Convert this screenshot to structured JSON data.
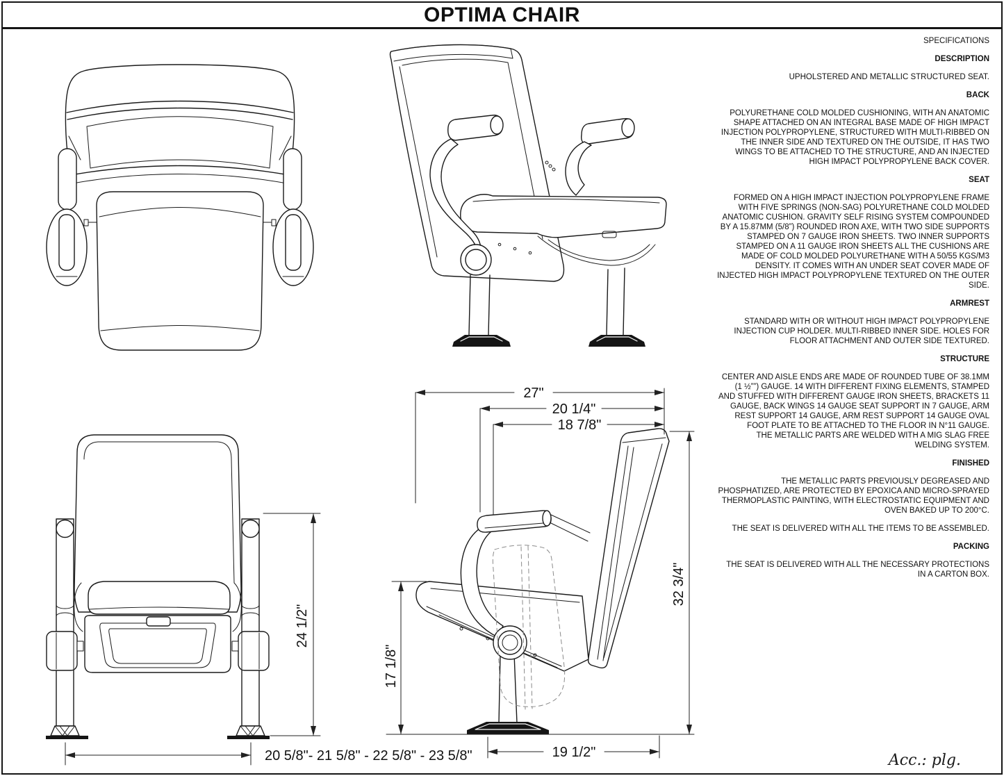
{
  "title": "OPTIMA CHAIR",
  "specs": {
    "header": "SPECIFICATIONS",
    "sections": [
      {
        "heading": "DESCRIPTION",
        "paragraphs": [
          "UPHOLSTERED AND METALLIC STRUCTURED SEAT."
        ]
      },
      {
        "heading": "BACK",
        "paragraphs": [
          "POLYURETHANE COLD MOLDED CUSHIONING, WITH AN ANATOMIC SHAPE ATTACHED ON AN INTEGRAL BASE MADE OF HIGH IMPACT INJECTION POLYPROPYLENE, STRUCTURED WITH MULTI-RIBBED ON THE INNER SIDE AND TEXTURED ON THE OUTSIDE, IT HAS TWO WINGS TO BE ATTACHED TO THE STRUCTURE, AND AN INJECTED HIGH IMPACT POLYPROPYLENE BACK COVER."
        ]
      },
      {
        "heading": "SEAT",
        "paragraphs": [
          "FORMED ON A HIGH IMPACT INJECTION POLYPROPYLENE FRAME WITH FIVE SPRINGS (NON-SAG) POLYURETHANE COLD MOLDED ANATOMIC CUSHION. GRAVITY SELF RISING SYSTEM COMPOUNDED BY A 15.87MM (5/8”) ROUNDED IRON AXE, WITH TWO SIDE SUPPORTS STAMPED ON 7 GAUGE IRON SHEETS. TWO INNER SUPPORTS STAMPED ON A 11 GAUGE IRON SHEETS ALL THE CUSHIONS ARE MADE OF COLD MOLDED POLYURETHANE WITH A 50/55 KGS/M3 DENSITY. IT COMES WITH AN UNDER SEAT COVER MADE OF INJECTED HIGH IMPACT POLYPROPYLENE TEXTURED ON THE OUTER SIDE."
        ]
      },
      {
        "heading": "ARMREST",
        "paragraphs": [
          "STANDARD WITH OR WITHOUT HIGH IMPACT POLYPROPYLENE INJECTION CUP HOLDER. MULTI-RIBBED INNER SIDE. HOLES FOR FLOOR ATTACHMENT AND OUTER SIDE TEXTURED."
        ]
      },
      {
        "heading": "STRUCTURE",
        "paragraphs": [
          "CENTER AND AISLE ENDS ARE MADE OF ROUNDED TUBE OF 38.1MM (1 ½””) GAUGE. 14 WITH DIFFERENT FIXING  ELEMENTS, STAMPED AND STUFFED WITH DIFFERENT GAUGE IRON SHEETS, BRACKETS 11 GAUGE, BACK WINGS 14 GAUGE SEAT SUPPORT IN 7 GAUGE, ARM REST SUPPORT 14 GAUGE, ARM REST SUPPORT 14 GAUGE OVAL FOOT PLATE TO BE ATTACHED TO THE FLOOR IN N°11 GAUGE.",
          "THE METALLIC PARTS ARE WELDED WITH A MIG SLAG FREE WELDING SYSTEM."
        ]
      },
      {
        "heading": "FINISHED",
        "paragraphs": [
          "THE METALLIC PARTS PREVIOUSLY DEGREASED AND PHOSPHATIZED, ARE PROTECTED BY EPOXICA AND MICRO-SPRAYED THERMOPLASTIC PAINTING, WITH ELECTROSTATIC EQUIPMENT AND OVEN BAKED UP TO 200°C.",
          "THE SEAT IS DELIVERED WITH ALL THE ITEMS TO BE ASSEMBLED."
        ]
      },
      {
        "heading": "PACKING",
        "paragraphs": [
          "THE SEAT IS DELIVERED WITH ALL THE NECESSARY PROTECTIONS IN A CARTON BOX."
        ]
      }
    ]
  },
  "dimensions": {
    "width_back": "27\"",
    "width_mid": "20 1/4\"",
    "width_inner": "18 7/8\"",
    "height_armrest": "24 1/2\"",
    "height_seat": "17 1/8\"",
    "height_total": "32 3/4\"",
    "widths_front": "20 5/8\"- 21 5/8\" - 22 5/8\" - 23 5/8\"",
    "depth_base": "19 1/2\""
  },
  "footer_note": "Acc.: plg."
}
